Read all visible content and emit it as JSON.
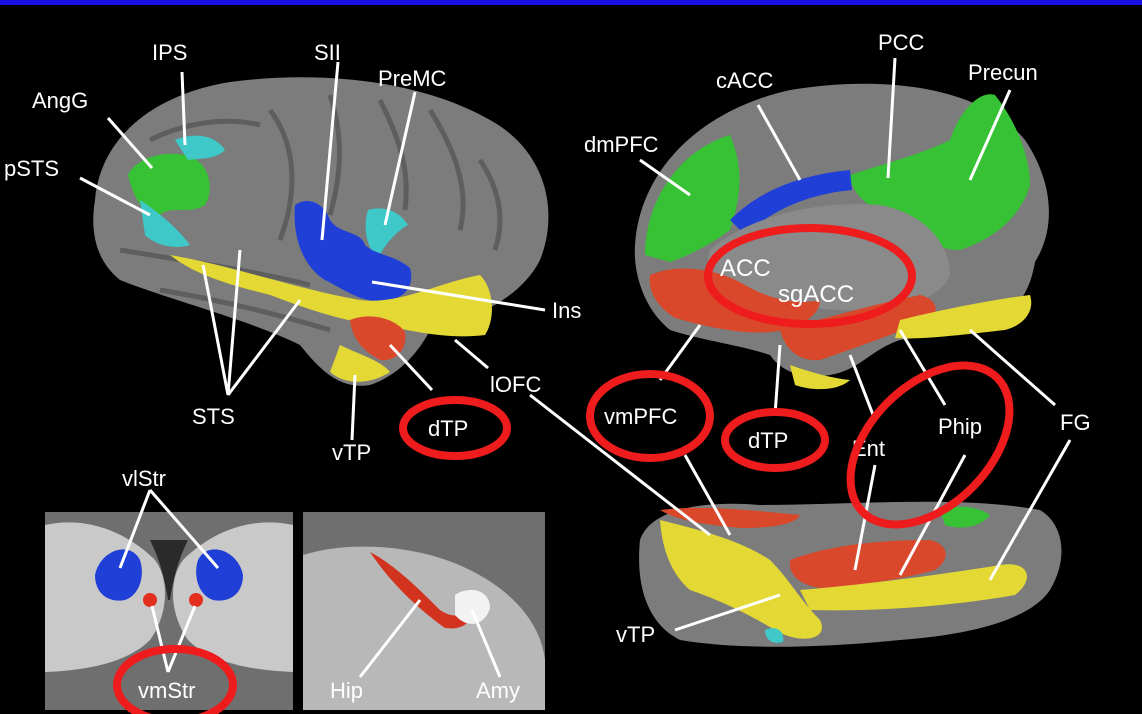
{
  "colors": {
    "top_bar": "#1a10e6",
    "cortex": "#7c7c7c",
    "cortex_dark": "#5e5e5e",
    "green": "#36c234",
    "cyan": "#3ec8c8",
    "blue": "#1f3fd6",
    "yellow": "#e3d834",
    "red": "#d9482b",
    "highlight": "#ee1c1c"
  },
  "lateral_labels": {
    "ips": "IPS",
    "sii": "SII",
    "premc": "PreMC",
    "angg": "AngG",
    "psts": "pSTS",
    "ins": "Ins",
    "sts": "STS",
    "vtp": "vTP",
    "dtp": "dTP",
    "lofc": "lOFC"
  },
  "medial_labels": {
    "pcc": "PCC",
    "cacc": "cACC",
    "precun": "Precun",
    "dmpfc": "dmPFC",
    "acc": "ACC",
    "sgacc": "sgACC",
    "vmpfc": "vmPFC",
    "dtp": "dTP",
    "ent": "Ent",
    "phip": "Phip",
    "fg": "FG"
  },
  "ventral_labels": {
    "vtp": "vTP"
  },
  "slice_labels": {
    "vlstr": "vlStr",
    "vmstr": "vmStr",
    "hip": "Hip",
    "amy": "Amy"
  }
}
